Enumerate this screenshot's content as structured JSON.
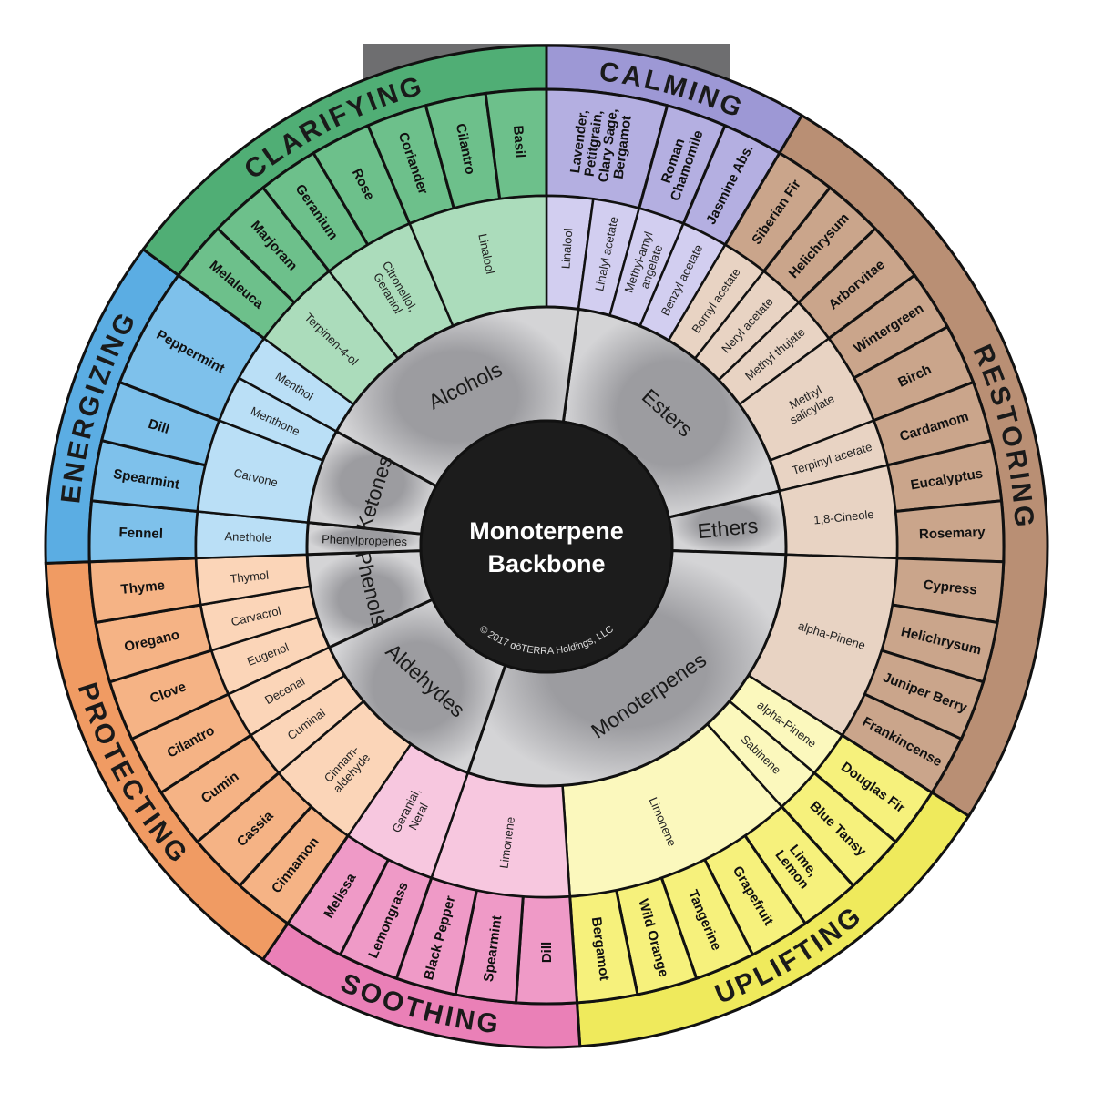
{
  "center": {
    "title_lines": [
      "Monoterpene",
      "Backbone"
    ],
    "copyright": "© 2017 dōTERRA Holdings, LLC"
  },
  "groups": [
    {
      "name": "Alcohols"
    },
    {
      "name": "Esters"
    },
    {
      "name": "Ethers"
    },
    {
      "name": "Monoterpenes"
    },
    {
      "name": "Aldehydes"
    },
    {
      "name": "Phenols"
    },
    {
      "name": "Phenylpropenes"
    },
    {
      "name": "Ketones"
    }
  ],
  "categories": [
    {
      "name": "CALMING",
      "colors": {
        "outer": "#9d98d5",
        "oil": "#b4afe1",
        "chem": "#d2cef0"
      },
      "oils": [
        {
          "lines": [
            "Lavender,",
            "Petitgrain,",
            "Clary Sage,",
            "Bergamot"
          ],
          "units": 2
        },
        {
          "lines": [
            "Roman",
            "Chamomile"
          ],
          "units": 1
        },
        {
          "lines": [
            "Jasmine Abs."
          ],
          "units": 1
        }
      ],
      "chemicals": [
        {
          "lines": [
            "Linalool"
          ],
          "units": 1,
          "group": "Alcohols"
        },
        {
          "lines": [
            "Linalyl acetate"
          ],
          "units": 1,
          "group": "Esters"
        },
        {
          "lines": [
            "Methyl-amyl",
            "angelate"
          ],
          "units": 1,
          "group": "Esters"
        },
        {
          "lines": [
            "Benzyl acetate"
          ],
          "units": 1,
          "group": "Esters"
        }
      ]
    },
    {
      "name": "RESTORING",
      "colors": {
        "outer": "#b98f74",
        "oil": "#caa58b",
        "chem": "#e8d3c3"
      },
      "oils": [
        {
          "lines": [
            "Siberian Fir"
          ],
          "units": 1
        },
        {
          "lines": [
            "Helichrysum"
          ],
          "units": 1
        },
        {
          "lines": [
            "Arborvitae"
          ],
          "units": 1
        },
        {
          "lines": [
            "Wintergreen"
          ],
          "units": 1
        },
        {
          "lines": [
            "Birch"
          ],
          "units": 1
        },
        {
          "lines": [
            "Cardamom"
          ],
          "units": 1
        },
        {
          "lines": [
            "Eucalyptus"
          ],
          "units": 1
        },
        {
          "lines": [
            "Rosemary"
          ],
          "units": 1
        },
        {
          "lines": [
            "Cypress"
          ],
          "units": 1
        },
        {
          "lines": [
            "Helichrysum"
          ],
          "units": 1
        },
        {
          "lines": [
            "Juniper Berry"
          ],
          "units": 1
        },
        {
          "lines": [
            "Frankincense"
          ],
          "units": 1
        }
      ],
      "chemicals": [
        {
          "lines": [
            "Bornyl acetate"
          ],
          "units": 1,
          "group": "Esters"
        },
        {
          "lines": [
            "Neryl acetate"
          ],
          "units": 1,
          "group": "Esters"
        },
        {
          "lines": [
            "Methyl thujate"
          ],
          "units": 1,
          "group": "Esters"
        },
        {
          "lines": [
            "Methyl",
            "salicylate"
          ],
          "units": 2,
          "group": "Esters"
        },
        {
          "lines": [
            "Terpinyl acetate"
          ],
          "units": 1,
          "group": "Esters"
        },
        {
          "lines": [
            "1,8-Cineole"
          ],
          "units": 2,
          "group": "Ethers"
        },
        {
          "lines": [
            "alpha-Pinene"
          ],
          "units": 4,
          "group": "Monoterpenes"
        }
      ]
    },
    {
      "name": "UPLIFTING",
      "colors": {
        "outer": "#efea5c",
        "oil": "#f6f17c",
        "chem": "#fbf8bd"
      },
      "oils": [
        {
          "lines": [
            "Douglas Fir"
          ],
          "units": 1
        },
        {
          "lines": [
            "Blue Tansy"
          ],
          "units": 1
        },
        {
          "lines": [
            "Lime,",
            "Lemon"
          ],
          "units": 1
        },
        {
          "lines": [
            "Grapefruit"
          ],
          "units": 1
        },
        {
          "lines": [
            "Tangerine"
          ],
          "units": 1
        },
        {
          "lines": [
            "Wild Orange"
          ],
          "units": 1
        },
        {
          "lines": [
            "Bergamot"
          ],
          "units": 1
        }
      ],
      "chemicals": [
        {
          "lines": [
            "alpha-Pinene"
          ],
          "units": 1,
          "group": "Monoterpenes"
        },
        {
          "lines": [
            "Sabinene"
          ],
          "units": 1,
          "group": "Monoterpenes"
        },
        {
          "lines": [
            "Limonene"
          ],
          "units": 5,
          "group": "Monoterpenes"
        }
      ]
    },
    {
      "name": "SOOTHING",
      "colors": {
        "outer": "#ea80b7",
        "oil": "#ef9ac7",
        "chem": "#f7c7df"
      },
      "oils": [
        {
          "lines": [
            "Dill"
          ],
          "units": 1
        },
        {
          "lines": [
            "Spearmint"
          ],
          "units": 1
        },
        {
          "lines": [
            "Black Pepper"
          ],
          "units": 1
        },
        {
          "lines": [
            "Lemongrass"
          ],
          "units": 1
        },
        {
          "lines": [
            "Melissa"
          ],
          "units": 1
        }
      ],
      "chemicals": [
        {
          "lines": [
            "Limonene"
          ],
          "units": 3,
          "group": "Monoterpenes"
        },
        {
          "lines": [
            "Geranial,",
            "Neral"
          ],
          "units": 2,
          "group": "Aldehydes"
        }
      ]
    },
    {
      "name": "PROTECTING",
      "colors": {
        "outer": "#f09b63",
        "oil": "#f5b385",
        "chem": "#fbd5b8"
      },
      "oils": [
        {
          "lines": [
            "Cinnamon"
          ],
          "units": 1
        },
        {
          "lines": [
            "Cassia"
          ],
          "units": 1
        },
        {
          "lines": [
            "Cumin"
          ],
          "units": 1
        },
        {
          "lines": [
            "Cilantro"
          ],
          "units": 1
        },
        {
          "lines": [
            "Clove"
          ],
          "units": 1
        },
        {
          "lines": [
            "Oregano"
          ],
          "units": 1
        },
        {
          "lines": [
            "Thyme"
          ],
          "units": 1
        }
      ],
      "chemicals": [
        {
          "lines": [
            "Cinnam-",
            "aldehyde"
          ],
          "units": 2,
          "group": "Aldehydes"
        },
        {
          "lines": [
            "Cuminal"
          ],
          "units": 1,
          "group": "Aldehydes"
        },
        {
          "lines": [
            "Decenal"
          ],
          "units": 1,
          "group": "Aldehydes"
        },
        {
          "lines": [
            "Eugenol"
          ],
          "units": 1,
          "group": "Phenols"
        },
        {
          "lines": [
            "Carvacrol"
          ],
          "units": 1,
          "group": "Phenols"
        },
        {
          "lines": [
            "Thymol"
          ],
          "units": 1,
          "group": "Phenols"
        }
      ]
    },
    {
      "name": "ENERGIZING",
      "colors": {
        "outer": "#5badE3",
        "oil": "#7ec1eb",
        "chem": "#badff6"
      },
      "oils": [
        {
          "lines": [
            "Fennel"
          ],
          "units": 1
        },
        {
          "lines": [
            "Spearmint"
          ],
          "units": 1
        },
        {
          "lines": [
            "Dill"
          ],
          "units": 1
        },
        {
          "lines": [
            "Peppermint"
          ],
          "units": 2
        }
      ],
      "chemicals": [
        {
          "lines": [
            "Anethole"
          ],
          "units": 1,
          "group": "Phenylpropenes"
        },
        {
          "lines": [
            "Carvone"
          ],
          "units": 2,
          "group": "Ketones"
        },
        {
          "lines": [
            "Menthone"
          ],
          "units": 1,
          "group": "Ketones"
        },
        {
          "lines": [
            "Menthol"
          ],
          "units": 1,
          "group": "Alcohols"
        }
      ]
    },
    {
      "name": "CLARIFYING",
      "colors": {
        "outer": "#50ae75",
        "oil": "#6dc08b",
        "chem": "#abdcbb"
      },
      "oils": [
        {
          "lines": [
            "Melaleuca"
          ],
          "units": 1
        },
        {
          "lines": [
            "Marjoram"
          ],
          "units": 1
        },
        {
          "lines": [
            "Geranium"
          ],
          "units": 1
        },
        {
          "lines": [
            "Rose"
          ],
          "units": 1
        },
        {
          "lines": [
            "Coriander"
          ],
          "units": 1
        },
        {
          "lines": [
            "Cilantro"
          ],
          "units": 1
        },
        {
          "lines": [
            "Basil"
          ],
          "units": 1
        }
      ],
      "chemicals": [
        {
          "lines": [
            "Terpinen-4-ol"
          ],
          "units": 2,
          "group": "Alcohols"
        },
        {
          "lines": [
            "Citronellol,",
            "Geraniol"
          ],
          "units": 2,
          "group": "Alcohols"
        },
        {
          "lines": [
            "Linalool"
          ],
          "units": 3,
          "group": "Alcohols"
        }
      ]
    }
  ]
}
